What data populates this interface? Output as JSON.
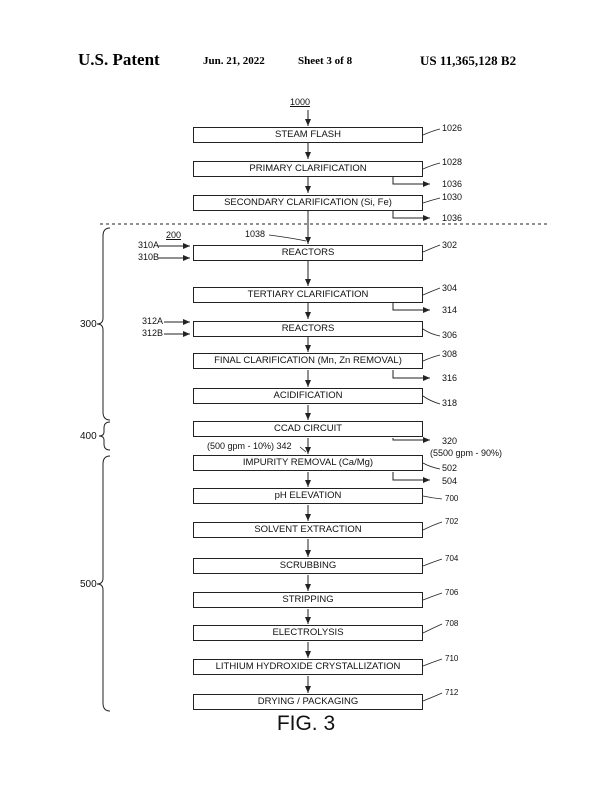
{
  "header": {
    "left": "U.S. Patent",
    "date": "Jun. 21, 2022",
    "sheet": "Sheet 3 of 8",
    "patent_number": "US 11,365,128 B2"
  },
  "diagram": {
    "top_ref": "1000",
    "group_ref": "200",
    "steps": [
      {
        "label": "STEAM FLASH",
        "ref": "1026"
      },
      {
        "label": "PRIMARY CLARIFICATION",
        "ref": "1028"
      },
      {
        "label": "SECONDARY CLARIFICATION (Si, Fe)",
        "ref": "1030"
      },
      {
        "label": "REACTORS",
        "ref": "302"
      },
      {
        "label": "TERTIARY CLARIFICATION",
        "ref": "304"
      },
      {
        "label": "REACTORS",
        "ref": "306"
      },
      {
        "label": "FINAL CLARIFICATION (Mn, Zn REMOVAL)",
        "ref": "308"
      },
      {
        "label": "ACIDIFICATION",
        "ref": "318"
      },
      {
        "label": "CCAD CIRCUIT",
        "ref": ""
      },
      {
        "label": "IMPURITY REMOVAL (Ca/Mg)",
        "ref": "502"
      },
      {
        "label": "pH ELEVATION",
        "ref": "700"
      },
      {
        "label": "SOLVENT EXTRACTION",
        "ref": "702"
      },
      {
        "label": "SCRUBBING",
        "ref": "704"
      },
      {
        "label": "STRIPPING",
        "ref": "706"
      },
      {
        "label": "ELECTROLYSIS",
        "ref": "708"
      },
      {
        "label": "LITHIUM HYDROXIDE CRYSTALLIZATION",
        "ref": "710"
      },
      {
        "label": "DRYING / PACKAGING",
        "ref": "712"
      }
    ],
    "outputs": {
      "primary": "1036",
      "secondary": "1036",
      "tertiary": "314",
      "final": "316",
      "ccad": "320",
      "ccad_flow": "(5500 gpm - 90%)",
      "impurity": "504"
    },
    "inputs": {
      "reactors1_a": "310A",
      "reactors1_b": "310B",
      "reactors2_a": "312A",
      "reactors2_b": "312B"
    },
    "recycle_ref": "1038",
    "ccad_return": "(500 gpm - 10%) 342",
    "brackets": {
      "b300": "300",
      "b400": "400",
      "b500": "500"
    }
  },
  "figure_label": "FIG. 3"
}
